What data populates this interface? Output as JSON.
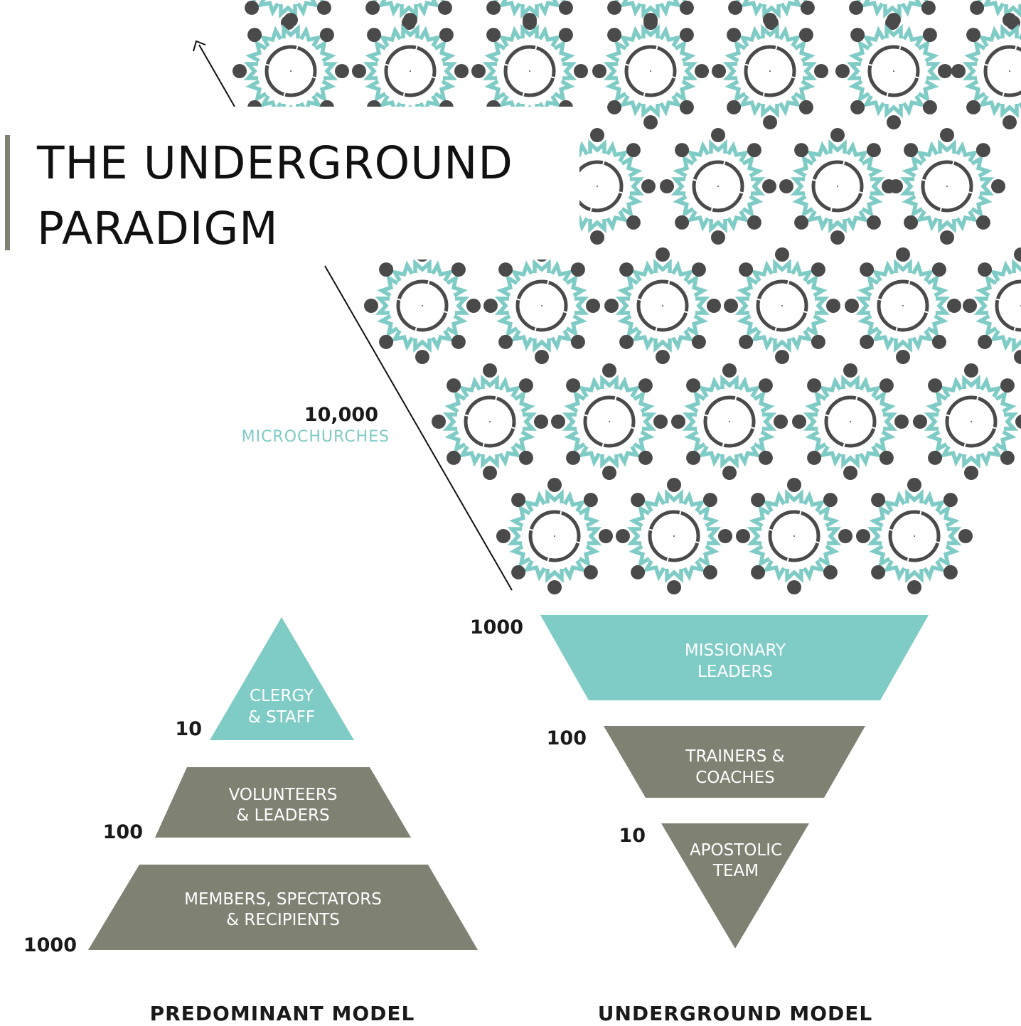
{
  "title": {
    "line1": "THE UNDERGROUND",
    "line2": "PARADIGM"
  },
  "colors": {
    "teal": "#7fcbc6",
    "olive": "#7f8173",
    "dark": "#4a4a4a",
    "ink": "#1a1a1a"
  },
  "microchurches": {
    "count": "10,000",
    "label": "MICROCHURCHES",
    "icon": "microchurch-m-icon"
  },
  "predominant_model": {
    "label": "PREDOMINANT MODEL",
    "tiers": [
      {
        "count": "10",
        "line1": "CLERGY",
        "line2": "& STAFF"
      },
      {
        "count": "100",
        "line1": "VOLUNTEERS",
        "line2": "& LEADERS"
      },
      {
        "count": "1000",
        "line1": "MEMBERS, SPECTATORS",
        "line2": "& RECIPIENTS"
      }
    ]
  },
  "underground_model": {
    "label": "UNDERGROUND MODEL",
    "tiers": [
      {
        "count": "1000",
        "line1": "MISSIONARY",
        "line2": "LEADERS"
      },
      {
        "count": "100",
        "line1": "TRAINERS &",
        "line2": "COACHES"
      },
      {
        "count": "10",
        "line1": "APOSTOLIC",
        "line2": "TEAM"
      }
    ]
  }
}
